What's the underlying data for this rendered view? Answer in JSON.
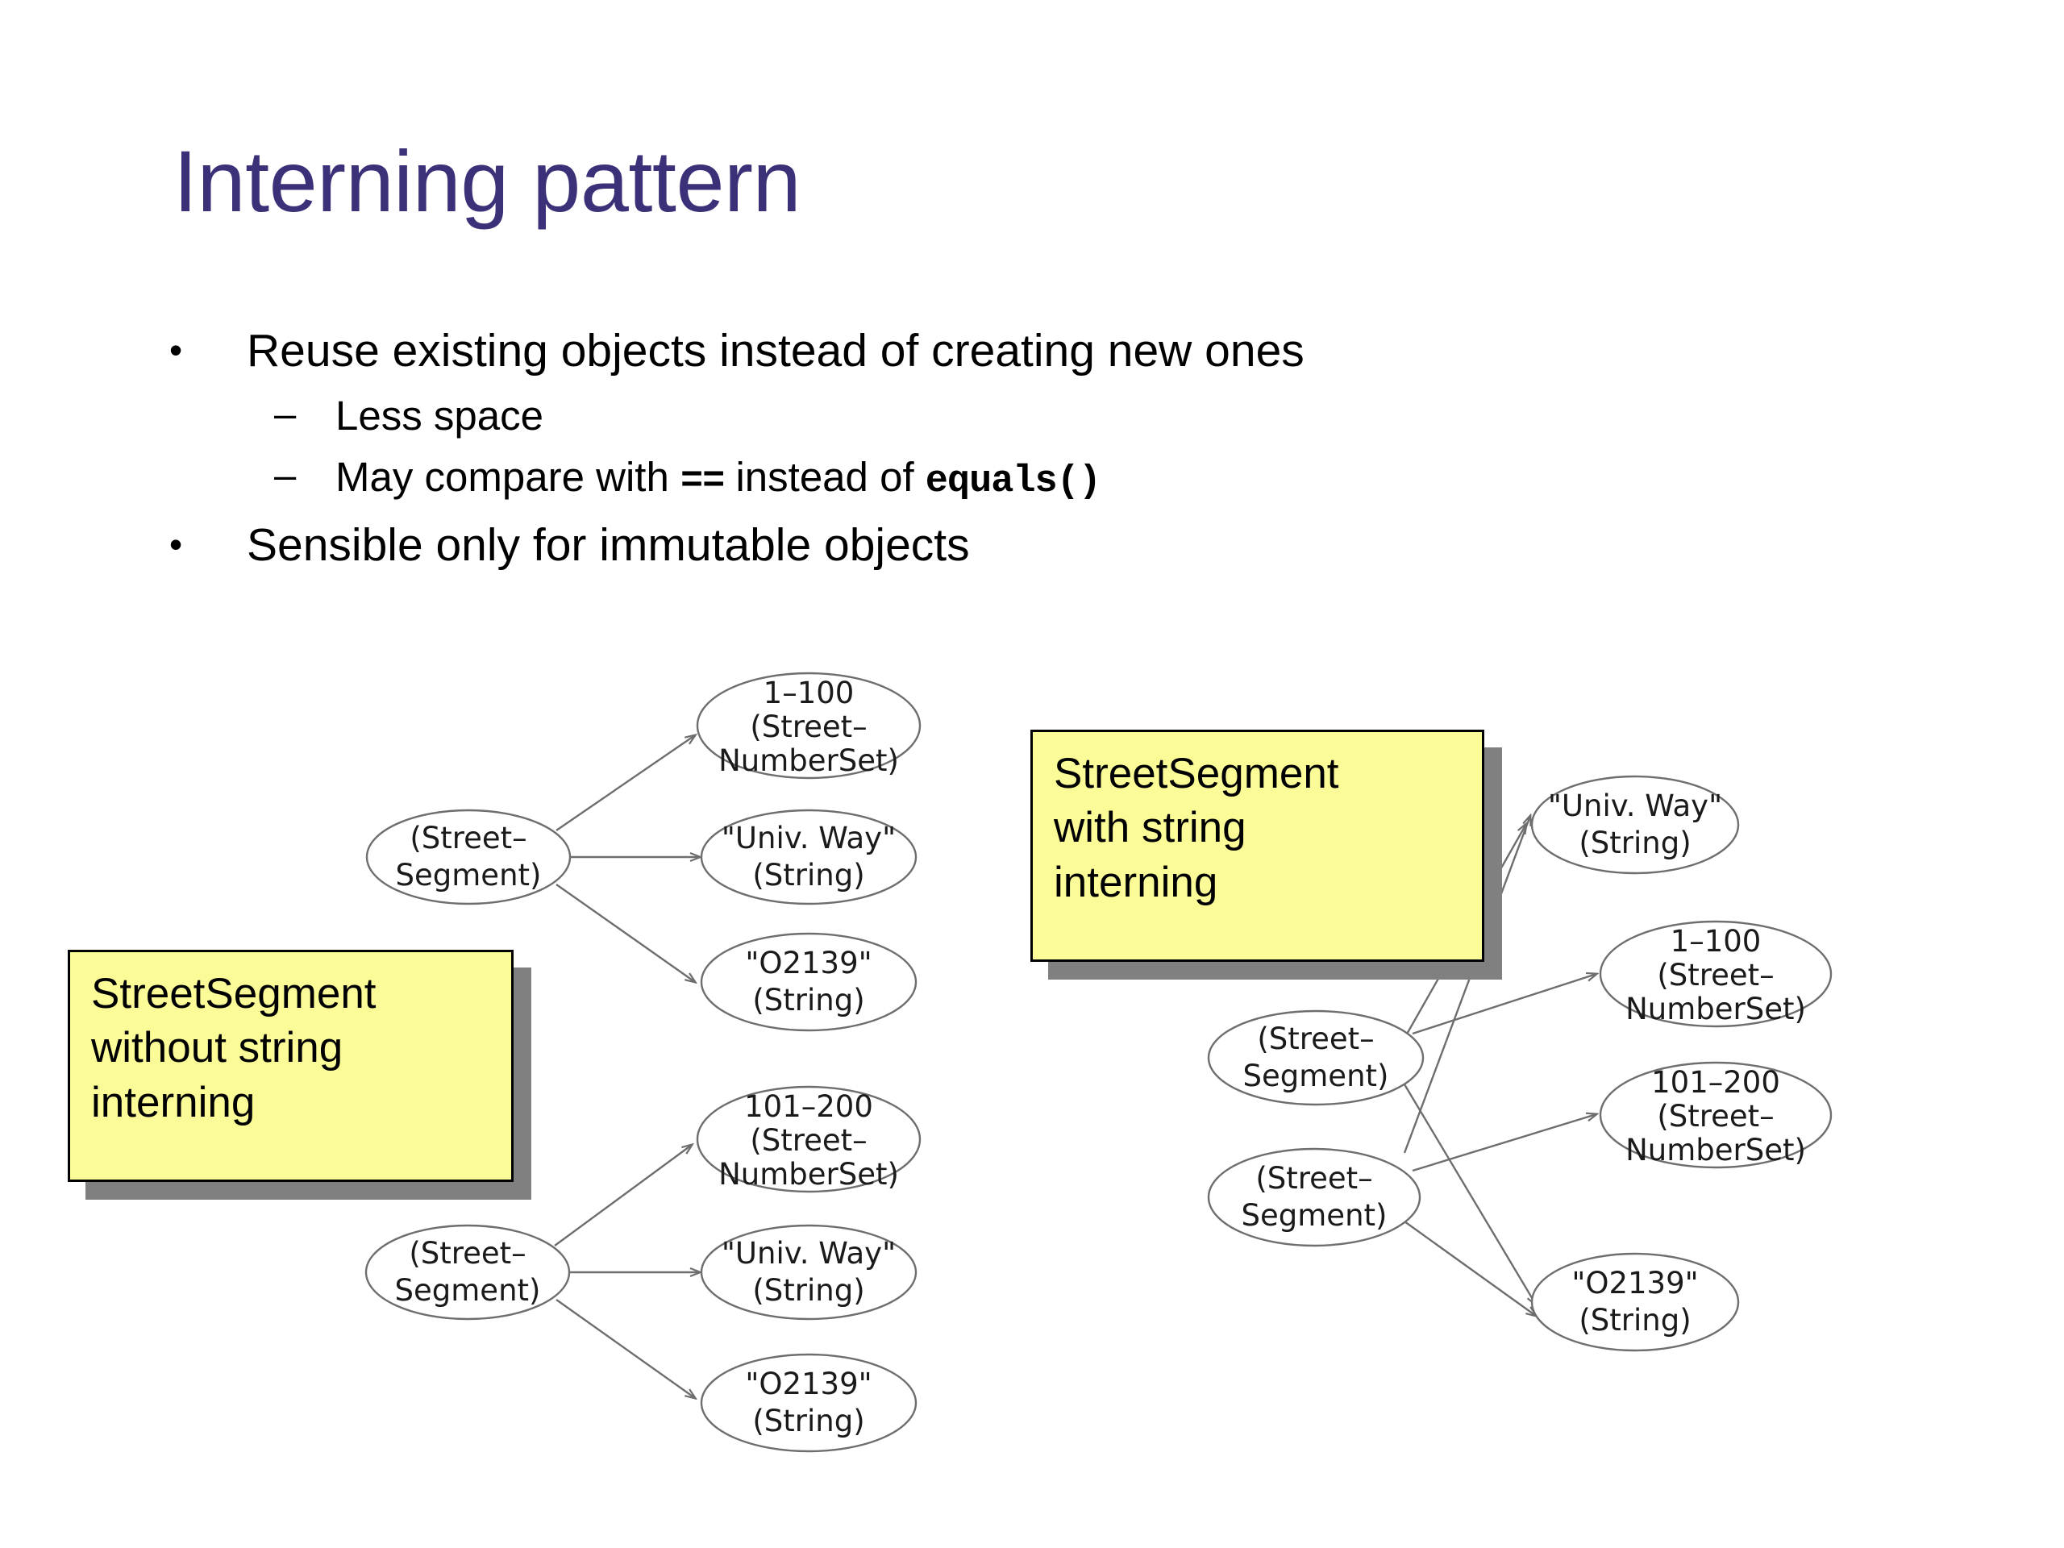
{
  "slide": {
    "title": "Interning pattern",
    "title_color": "#3b3178",
    "background_color": "#ffffff"
  },
  "bullets": [
    {
      "level": 1,
      "marker": "•",
      "text": "Reuse existing objects instead of creating new ones"
    },
    {
      "level": 2,
      "marker": "–",
      "text": "Less space"
    },
    {
      "level": 2,
      "marker": "–",
      "text_before": "May compare with ",
      "code_1": "==",
      "text_middle": " instead of ",
      "code_2": "equals()"
    },
    {
      "level": 1,
      "marker": "•",
      "text": "Sensible only for immutable objects"
    }
  ],
  "notes": [
    {
      "id": "without",
      "lines": [
        "StreetSegment",
        "without string",
        "interning"
      ],
      "fill": "#fbfb97",
      "border": "#000000",
      "shadow": "#808080"
    },
    {
      "id": "with",
      "lines": [
        "StreetSegment",
        "with string",
        "interning"
      ],
      "fill": "#fbfb97",
      "border": "#000000",
      "shadow": "#808080"
    }
  ],
  "diagram": {
    "edge_color": "#6e6e6e",
    "node_fill": "#ffffff",
    "clusters": [
      {
        "id": "left-upper",
        "caption_ref": "without",
        "nodes": [
          {
            "id": "lu-seg",
            "lines": [
              "(Street–",
              "Segment)"
            ]
          },
          {
            "id": "lu-num",
            "lines": [
              "1–100",
              "(Street–",
              "NumberSet)"
            ]
          },
          {
            "id": "lu-univ",
            "lines": [
              "\"Univ. Way\"",
              "(String)"
            ]
          },
          {
            "id": "lu-zip",
            "lines": [
              "\"O2139\"",
              "(String)"
            ]
          }
        ],
        "edges": [
          {
            "from": "lu-seg",
            "to": "lu-num"
          },
          {
            "from": "lu-seg",
            "to": "lu-univ"
          },
          {
            "from": "lu-seg",
            "to": "lu-zip"
          }
        ]
      },
      {
        "id": "left-lower",
        "caption_ref": "without",
        "nodes": [
          {
            "id": "ll-seg",
            "lines": [
              "(Street–",
              "Segment)"
            ]
          },
          {
            "id": "ll-num",
            "lines": [
              "101–200",
              "(Street–",
              "NumberSet)"
            ]
          },
          {
            "id": "ll-univ",
            "lines": [
              "\"Univ. Way\"",
              "(String)"
            ]
          },
          {
            "id": "ll-zip",
            "lines": [
              "\"O2139\"",
              "(String)"
            ]
          }
        ],
        "edges": [
          {
            "from": "ll-seg",
            "to": "ll-num"
          },
          {
            "from": "ll-seg",
            "to": "ll-univ"
          },
          {
            "from": "ll-seg",
            "to": "ll-zip"
          }
        ]
      },
      {
        "id": "right-interned",
        "caption_ref": "with",
        "nodes": [
          {
            "id": "r-seg1",
            "lines": [
              "(Street–",
              "Segment)"
            ]
          },
          {
            "id": "r-seg2",
            "lines": [
              "(Street–",
              "Segment)"
            ]
          },
          {
            "id": "r-univ",
            "lines": [
              "\"Univ. Way\"",
              "(String)"
            ]
          },
          {
            "id": "r-num1",
            "lines": [
              "1–100",
              "(Street–",
              "NumberSet)"
            ]
          },
          {
            "id": "r-num2",
            "lines": [
              "101–200",
              "(Street–",
              "NumberSet)"
            ]
          },
          {
            "id": "r-zip",
            "lines": [
              "\"O2139\"",
              "(String)"
            ]
          }
        ],
        "edges": [
          {
            "from": "r-seg1",
            "to": "r-num1"
          },
          {
            "from": "r-seg1",
            "to": "r-univ"
          },
          {
            "from": "r-seg1",
            "to": "r-zip"
          },
          {
            "from": "r-seg2",
            "to": "r-num2"
          },
          {
            "from": "r-seg2",
            "to": "r-univ"
          },
          {
            "from": "r-seg2",
            "to": "r-zip"
          }
        ]
      }
    ]
  }
}
